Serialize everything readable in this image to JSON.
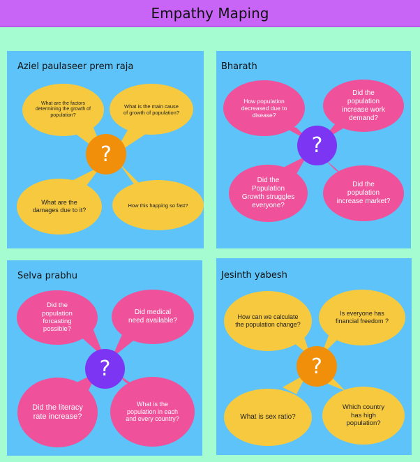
{
  "title": "Empathy Maping",
  "center_symbol": "?",
  "colors": {
    "header": "#c865f6",
    "background": "#a4fcd0",
    "panel": "#5dc3f8",
    "yellow": "#f7c93f",
    "pink": "#ef529a",
    "orange": "#f18e0a",
    "violet": "#7c35f2"
  },
  "panels": [
    {
      "name": "Aziel paulaseer prem raja",
      "bubbles": [
        "What are the factors determining the growth of population?",
        "What is the main cause of growth of population?",
        "What are the damages due to it?",
        "How this happing so fast?"
      ]
    },
    {
      "name": "Bharath",
      "bubbles": [
        "How population decreased due to disease?",
        "Did the population increase work demand?",
        "Did the Population Growth struggles everyone?",
        "Did the population increase market?"
      ]
    },
    {
      "name": "Selva prabhu",
      "bubbles": [
        "Did the population forcasting possible?",
        "Did medical need available?",
        "Did the literacy rate increase?",
        "What is the population in each and every country?"
      ]
    },
    {
      "name": "Jesinth yabesh",
      "bubbles": [
        "How can we calculate the population change?",
        "Is everyone has financial freedom ?",
        "What is sex ratio?",
        "Which country has high population?"
      ]
    }
  ]
}
